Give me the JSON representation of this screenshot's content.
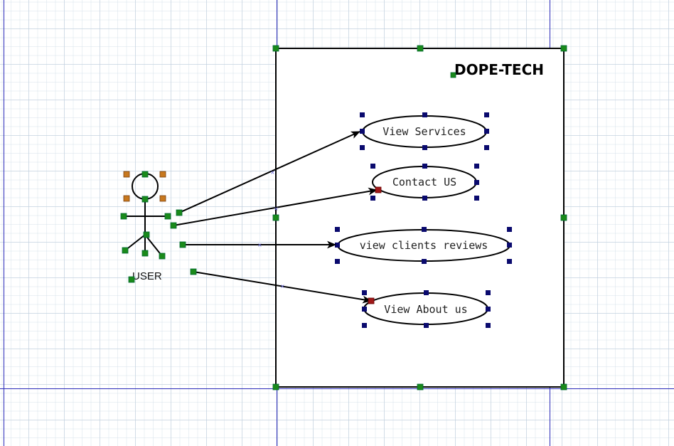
{
  "system": {
    "title": "DOPE-TECH"
  },
  "actor": {
    "name": "USER"
  },
  "use_cases": [
    {
      "id": "view-services",
      "label": "View Services"
    },
    {
      "id": "contact-us",
      "label": "Contact US"
    },
    {
      "id": "view-clients-reviews",
      "label": "view clients reviews"
    },
    {
      "id": "view-about-us",
      "label": "View About us"
    }
  ],
  "colors": {
    "guide_line": "#2a2ab8",
    "selection_handle": "#1a8a1a",
    "shape_handle": "#0a0a6e",
    "actor_handle": "#c8781e",
    "connector_endpoint": "#a01818"
  }
}
